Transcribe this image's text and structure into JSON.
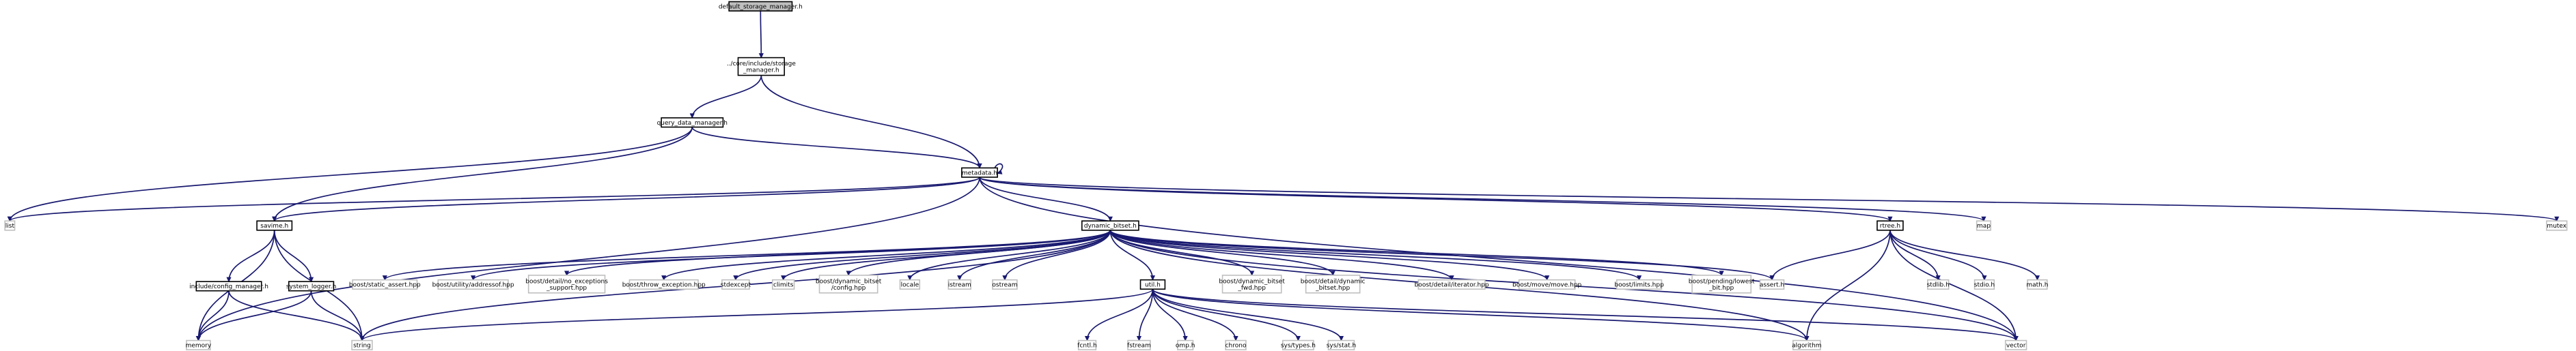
{
  "graph_title": "default_storage_manager.h",
  "colors": {
    "edge": "#191970",
    "root_fill": "#bfbfbf",
    "box_border": "#000000",
    "leaf_border": "#bfbfbf"
  },
  "nodes": [
    {
      "id": "n_root",
      "lines": [
        "default_storage_manager.h"
      ],
      "style": "root"
    },
    {
      "id": "n_storage",
      "lines": [
        "../core/include/storage",
        "_manager.h"
      ],
      "style": "box"
    },
    {
      "id": "n_query",
      "lines": [
        "query_data_manager.h"
      ],
      "style": "box"
    },
    {
      "id": "n_metadata",
      "lines": [
        "metadata.h"
      ],
      "style": "box"
    },
    {
      "id": "n_list",
      "lines": [
        "list"
      ],
      "style": "leaf"
    },
    {
      "id": "n_savime",
      "lines": [
        "savime.h"
      ],
      "style": "box"
    },
    {
      "id": "n_dynbitset",
      "lines": [
        "dynamic_bitset.h"
      ],
      "style": "box"
    },
    {
      "id": "n_rtree",
      "lines": [
        "rtree.h"
      ],
      "style": "box"
    },
    {
      "id": "n_map",
      "lines": [
        "map"
      ],
      "style": "leaf"
    },
    {
      "id": "n_mutex",
      "lines": [
        "mutex"
      ],
      "style": "leaf"
    },
    {
      "id": "n_configmgr",
      "lines": [
        "include/config_manager.h"
      ],
      "style": "box"
    },
    {
      "id": "n_syslogger",
      "lines": [
        "system_logger.h"
      ],
      "style": "box"
    },
    {
      "id": "n_memory",
      "lines": [
        "memory"
      ],
      "style": "leaf"
    },
    {
      "id": "n_string",
      "lines": [
        "string"
      ],
      "style": "leaf"
    },
    {
      "id": "n_static_assert",
      "lines": [
        "boost/static_assert.hpp"
      ],
      "style": "leaf"
    },
    {
      "id": "n_addressof",
      "lines": [
        "boost/utility/addressof.hpp"
      ],
      "style": "leaf"
    },
    {
      "id": "n_noexcept",
      "lines": [
        "boost/detail/no_exceptions",
        "_support.hpp"
      ],
      "style": "leaf"
    },
    {
      "id": "n_throwexc",
      "lines": [
        "boost/throw_exception.hpp"
      ],
      "style": "leaf"
    },
    {
      "id": "n_stdexcept",
      "lines": [
        "stdexcept"
      ],
      "style": "leaf"
    },
    {
      "id": "n_climits",
      "lines": [
        "climits"
      ],
      "style": "leaf"
    },
    {
      "id": "n_dbconfig",
      "lines": [
        "boost/dynamic_bitset",
        "/config.hpp"
      ],
      "style": "leaf"
    },
    {
      "id": "n_locale",
      "lines": [
        "locale"
      ],
      "style": "leaf"
    },
    {
      "id": "n_istream",
      "lines": [
        "istream"
      ],
      "style": "leaf"
    },
    {
      "id": "n_ostream",
      "lines": [
        "ostream"
      ],
      "style": "leaf"
    },
    {
      "id": "n_util",
      "lines": [
        "util.h"
      ],
      "style": "box"
    },
    {
      "id": "n_dbfwd",
      "lines": [
        "boost/dynamic_bitset",
        "_fwd.hpp"
      ],
      "style": "leaf"
    },
    {
      "id": "n_detaildyn",
      "lines": [
        "boost/detail/dynamic",
        "_bitset.hpp"
      ],
      "style": "leaf"
    },
    {
      "id": "n_iterator",
      "lines": [
        "boost/detail/iterator.hpp"
      ],
      "style": "leaf"
    },
    {
      "id": "n_move",
      "lines": [
        "boost/move/move.hpp"
      ],
      "style": "leaf"
    },
    {
      "id": "n_limits",
      "lines": [
        "boost/limits.hpp"
      ],
      "style": "leaf"
    },
    {
      "id": "n_lowestbit",
      "lines": [
        "boost/pending/lowest",
        "_bit.hpp"
      ],
      "style": "leaf"
    },
    {
      "id": "n_asserth",
      "lines": [
        "assert.h"
      ],
      "style": "leaf"
    },
    {
      "id": "n_stdlib",
      "lines": [
        "stdlib.h"
      ],
      "style": "leaf"
    },
    {
      "id": "n_stdio",
      "lines": [
        "stdio.h"
      ],
      "style": "leaf"
    },
    {
      "id": "n_math",
      "lines": [
        "math.h"
      ],
      "style": "leaf"
    },
    {
      "id": "n_fcntl",
      "lines": [
        "fcntl.h"
      ],
      "style": "leaf"
    },
    {
      "id": "n_fstream",
      "lines": [
        "fstream"
      ],
      "style": "leaf"
    },
    {
      "id": "n_omp",
      "lines": [
        "omp.h"
      ],
      "style": "leaf"
    },
    {
      "id": "n_chrono",
      "lines": [
        "chrono"
      ],
      "style": "leaf"
    },
    {
      "id": "n_systypes",
      "lines": [
        "sys/types.h"
      ],
      "style": "leaf"
    },
    {
      "id": "n_sysstat",
      "lines": [
        "sys/stat.h"
      ],
      "style": "leaf"
    },
    {
      "id": "n_algorithm",
      "lines": [
        "algorithm"
      ],
      "style": "leaf"
    },
    {
      "id": "n_vector",
      "lines": [
        "vector"
      ],
      "style": "leaf"
    }
  ],
  "edges": [
    [
      "n_root",
      "n_storage"
    ],
    [
      "n_storage",
      "n_query"
    ],
    [
      "n_storage",
      "n_metadata"
    ],
    [
      "n_query",
      "n_metadata"
    ],
    [
      "n_query",
      "n_list"
    ],
    [
      "n_query",
      "n_savime"
    ],
    [
      "n_metadata",
      "n_metadata"
    ],
    [
      "n_metadata",
      "n_list"
    ],
    [
      "n_metadata",
      "n_savime"
    ],
    [
      "n_metadata",
      "n_dynbitset"
    ],
    [
      "n_metadata",
      "n_rtree"
    ],
    [
      "n_metadata",
      "n_map"
    ],
    [
      "n_metadata",
      "n_mutex"
    ],
    [
      "n_metadata",
      "n_memory"
    ],
    [
      "n_metadata",
      "n_vector"
    ],
    [
      "n_savime",
      "n_configmgr"
    ],
    [
      "n_savime",
      "n_syslogger"
    ],
    [
      "n_savime",
      "n_memory"
    ],
    [
      "n_savime",
      "n_string"
    ],
    [
      "n_configmgr",
      "n_memory"
    ],
    [
      "n_configmgr",
      "n_string"
    ],
    [
      "n_syslogger",
      "n_memory"
    ],
    [
      "n_syslogger",
      "n_string"
    ],
    [
      "n_dynbitset",
      "n_static_assert"
    ],
    [
      "n_dynbitset",
      "n_addressof"
    ],
    [
      "n_dynbitset",
      "n_noexcept"
    ],
    [
      "n_dynbitset",
      "n_throwexc"
    ],
    [
      "n_dynbitset",
      "n_stdexcept"
    ],
    [
      "n_dynbitset",
      "n_climits"
    ],
    [
      "n_dynbitset",
      "n_dbconfig"
    ],
    [
      "n_dynbitset",
      "n_locale"
    ],
    [
      "n_dynbitset",
      "n_istream"
    ],
    [
      "n_dynbitset",
      "n_ostream"
    ],
    [
      "n_dynbitset",
      "n_util"
    ],
    [
      "n_dynbitset",
      "n_dbfwd"
    ],
    [
      "n_dynbitset",
      "n_detaildyn"
    ],
    [
      "n_dynbitset",
      "n_iterator"
    ],
    [
      "n_dynbitset",
      "n_move"
    ],
    [
      "n_dynbitset",
      "n_limits"
    ],
    [
      "n_dynbitset",
      "n_lowestbit"
    ],
    [
      "n_dynbitset",
      "n_asserth"
    ],
    [
      "n_dynbitset",
      "n_string"
    ],
    [
      "n_dynbitset",
      "n_algorithm"
    ],
    [
      "n_dynbitset",
      "n_vector"
    ],
    [
      "n_rtree",
      "n_asserth"
    ],
    [
      "n_rtree",
      "n_stdlib"
    ],
    [
      "n_rtree",
      "n_stdio"
    ],
    [
      "n_rtree",
      "n_math"
    ],
    [
      "n_rtree",
      "n_algorithm"
    ],
    [
      "n_rtree",
      "n_vector"
    ],
    [
      "n_util",
      "n_string"
    ],
    [
      "n_util",
      "n_fcntl"
    ],
    [
      "n_util",
      "n_fstream"
    ],
    [
      "n_util",
      "n_omp"
    ],
    [
      "n_util",
      "n_chrono"
    ],
    [
      "n_util",
      "n_systypes"
    ],
    [
      "n_util",
      "n_sysstat"
    ],
    [
      "n_util",
      "n_algorithm"
    ],
    [
      "n_util",
      "n_vector"
    ]
  ]
}
